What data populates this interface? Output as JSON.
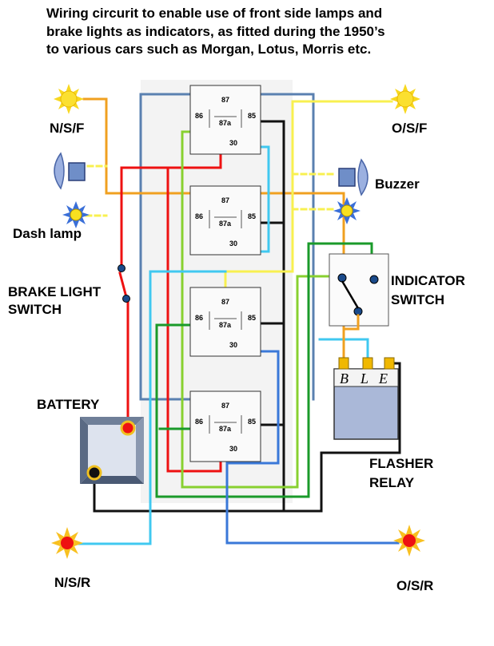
{
  "title_lines": [
    "Wiring circurit  to enable use of front side lamps and",
    "brake lights as indicators, as fitted during the 1950’s",
    "to various cars such as Morgan, Lotus, Morris etc."
  ],
  "labels": {
    "nsf": "N/S/F",
    "osf": "O/S/F",
    "buzzer": "Buzzer",
    "dash_lamp": "Dash lamp",
    "brake_switch_1": "BRAKE LIGHT",
    "brake_switch_2": "SWITCH",
    "indicator_1": "INDICATOR",
    "indicator_2": "SWITCH",
    "battery": "BATTERY",
    "flasher_1": "FLASHER",
    "flasher_2": "RELAY",
    "nsr": "N/S/R",
    "osr": "O/S/R"
  },
  "relay_pins": {
    "p87": "87",
    "p87a": "87a",
    "p86": "86",
    "p85": "85",
    "p30": "30"
  },
  "flasher_terminals": [
    "B",
    "L",
    "E"
  ],
  "colors": {
    "orange": "#f0a020",
    "red": "#ee1111",
    "black": "#111111",
    "green": "#1a9a2a",
    "light_green": "#88d030",
    "yellow": "#f8f050",
    "light_blue": "#40c8f0",
    "blue": "#3a78d8",
    "steel_blue": "#5a80b0"
  }
}
